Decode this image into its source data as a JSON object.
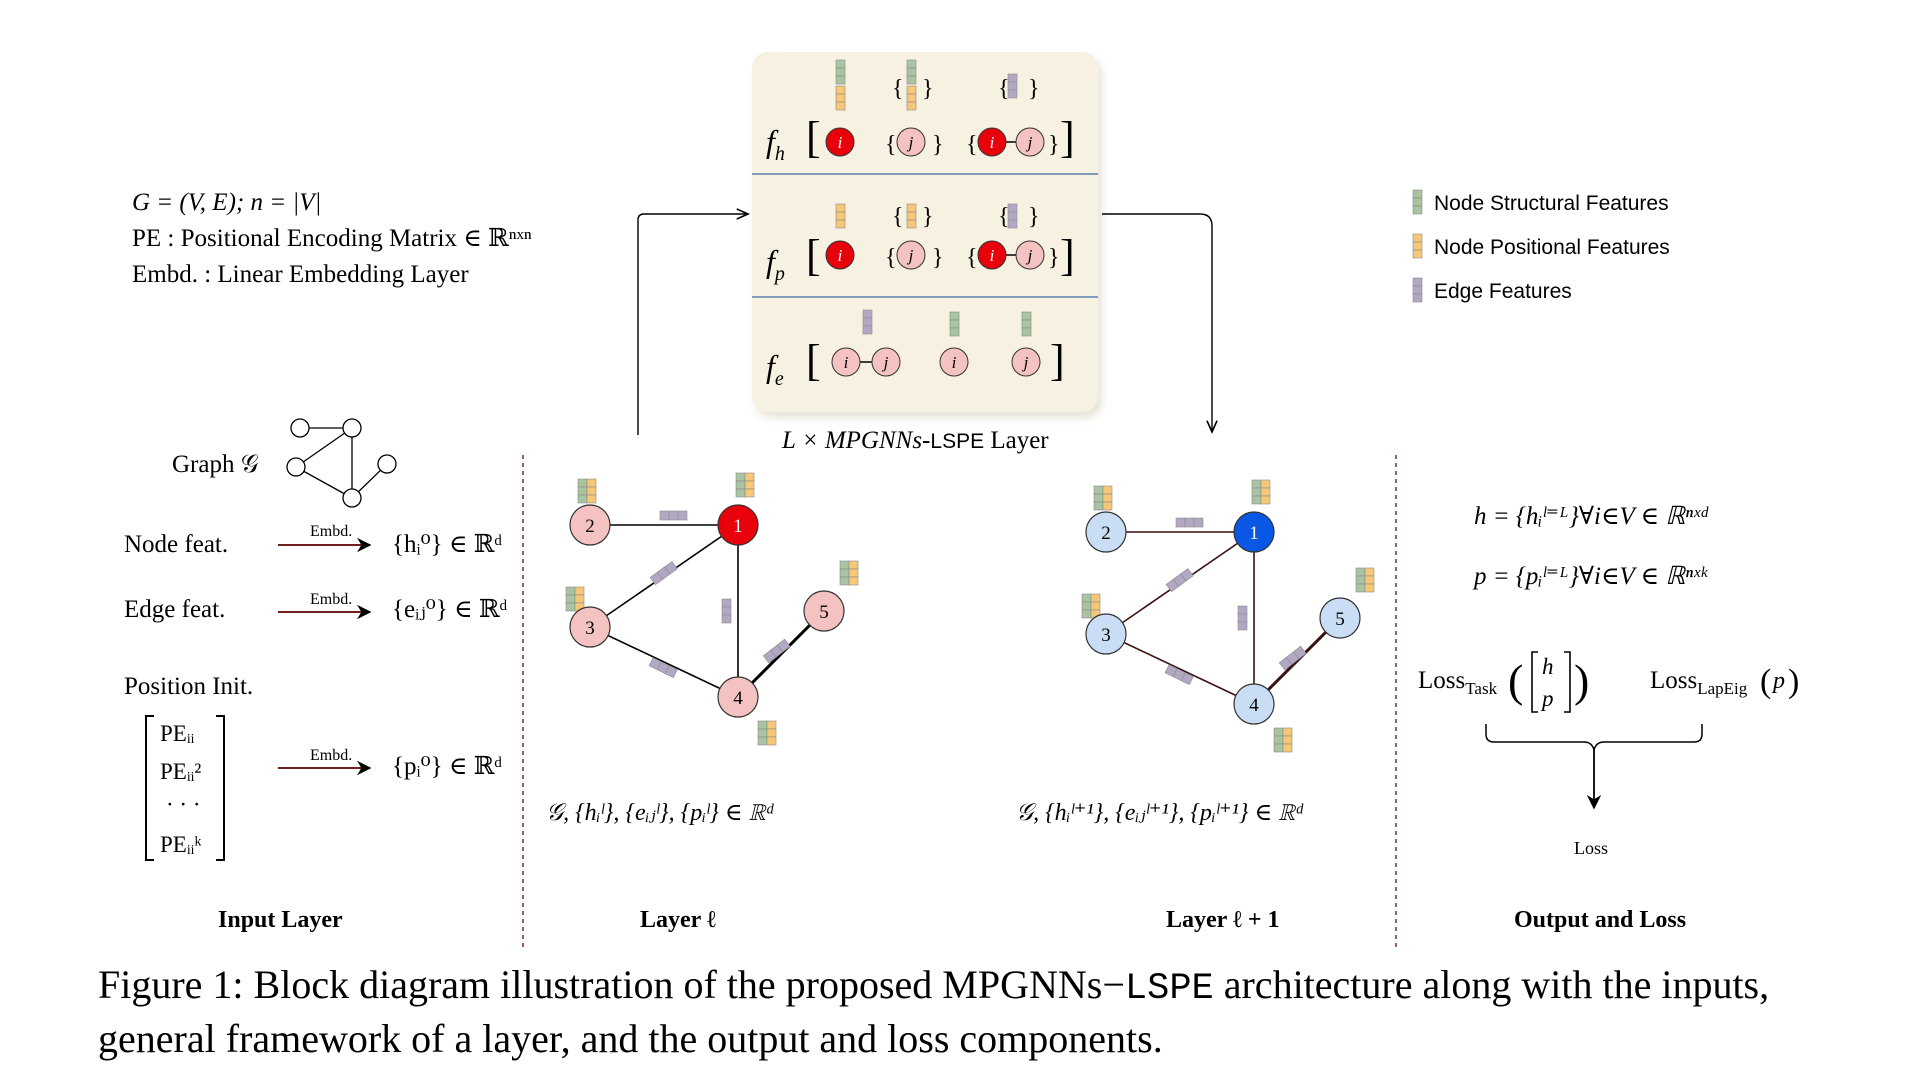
{
  "defs": {
    "line1": "G = (V, E);  n = |V|",
    "line2": "PE : Positional Encoding Matrix ∈ ℝⁿˣⁿ",
    "line3": "Embd. : Linear Embedding Layer"
  },
  "legend": {
    "structural": "Node Structural Features",
    "positional": "Node Positional Features",
    "edge": "Edge Features"
  },
  "colors": {
    "structural": "#a9c4a0",
    "positional": "#f6c776",
    "edge": "#b3a8c4",
    "node_red": "#e8000b",
    "node_red_light": "#f5c2c2",
    "node_blue": "#0a57e6",
    "node_blue_light": "#c9def5",
    "box_bg": "#f6f1e0"
  },
  "mpgnn_box": {
    "fh": "f",
    "fh_sub": "h",
    "fp": "f",
    "fp_sub": "p",
    "fe": "f",
    "fe_sub": "e",
    "node_i": "i",
    "node_j": "j",
    "label": "L × MPGNNs-",
    "label_mono": "LSPE",
    "label_end": " Layer"
  },
  "input_layer": {
    "graph_label": "Graph 𝒢",
    "node_feat": "Node feat.",
    "edge_feat": "Edge feat.",
    "position_init": "Position Init.",
    "embd": "Embd.",
    "h0": "{hᵢ⁰} ∈ ℝᵈ",
    "e0": "{eᵢⱼ⁰} ∈ ℝᵈ",
    "p0": "{pᵢ⁰} ∈ ℝᵈ",
    "pe_rows": [
      "PEᵢᵢ",
      "PEᵢᵢ²",
      "· · ·",
      "PEᵢᵢᵏ"
    ],
    "title": "Input Layer"
  },
  "layer_l": {
    "nodes": [
      "1",
      "2",
      "3",
      "4",
      "5"
    ],
    "formula": "𝒢, {hᵢˡ}, {eᵢⱼˡ}, {pᵢˡ} ∈ ℝᵈ",
    "title": "Layer ℓ"
  },
  "layer_l1": {
    "nodes": [
      "1",
      "2",
      "3",
      "4",
      "5"
    ],
    "formula": "𝒢, {hᵢˡ⁺¹}, {eᵢⱼˡ⁺¹}, {pᵢˡ⁺¹} ∈ ℝᵈ",
    "title": "Layer ℓ + 1"
  },
  "output": {
    "h_def": "h = {hᵢˡ⁼ᴸ}∀i∈V ∈ ℝⁿˣᵈ",
    "p_def": "p = {pᵢˡ⁼ᴸ}∀i∈V ∈ ℝⁿˣᵏ",
    "loss_task": "Loss",
    "loss_task_sub": "Task",
    "loss_task_h": "h",
    "loss_task_p": "p",
    "loss_lap": "Loss",
    "loss_lap_sub": "LapEig",
    "loss_lap_arg": "p",
    "loss": "Loss",
    "title": "Output and Loss"
  },
  "caption": {
    "part1": "Figure 1: Block diagram illustration of the proposed MPGNNs",
    "dash": "−",
    "mono": "LSPE",
    "part2": " architecture along with the inputs, general framework of a layer, and the output and loss components."
  }
}
